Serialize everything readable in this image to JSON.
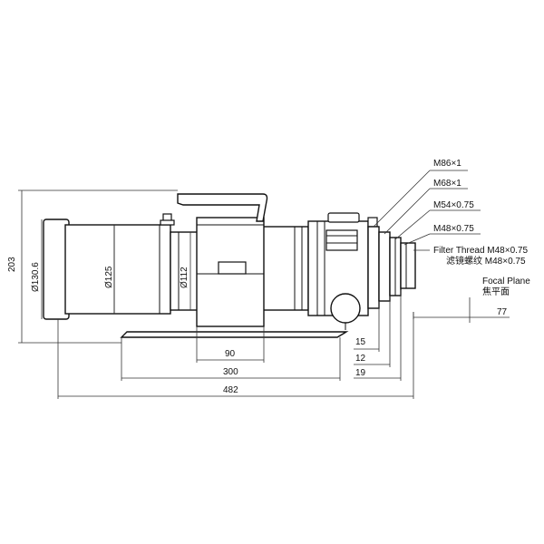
{
  "thread_labels": {
    "m86": "M86×1",
    "m68": "M68×1",
    "m54": "M54×0.75",
    "m48": "M48×0.75",
    "filter_thread": "Filter Thread M48×0.75",
    "filter_thread_cn": "滤镜螺纹 M48×0.75"
  },
  "focal_plane": {
    "label": "Focal Plane",
    "label_cn": "焦平面",
    "distance": "77"
  },
  "diameters": {
    "outer": "Ø130.6",
    "tube": "Ø125",
    "focuser": "Ø112"
  },
  "dimensions": {
    "height": "203",
    "d90": "90",
    "d300": "300",
    "d482": "482",
    "d15": "15",
    "d12": "12",
    "d19": "19"
  }
}
